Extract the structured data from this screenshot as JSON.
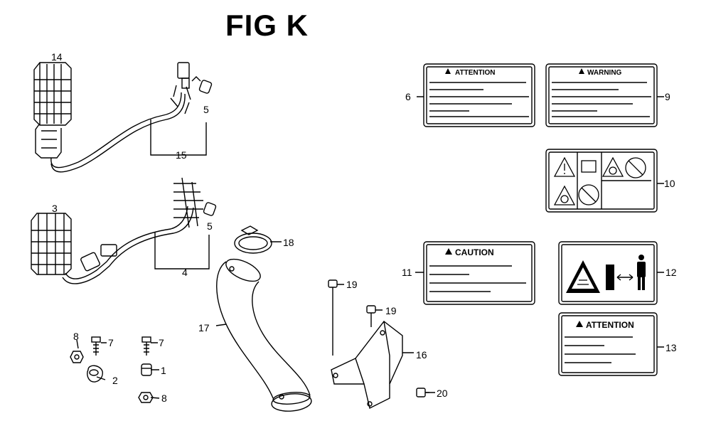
{
  "figure": {
    "title": "FIG K"
  },
  "callouts": {
    "c1": "1",
    "c2": "2",
    "c3": "3",
    "c4": "4",
    "c5a": "5",
    "c5b": "5",
    "c6": "6",
    "c7a": "7",
    "c7b": "7",
    "c8a": "8",
    "c8b": "8",
    "c9": "9",
    "c10": "10",
    "c11": "11",
    "c12": "12",
    "c13": "13",
    "c14": "14",
    "c15": "15",
    "c16": "16",
    "c17": "17",
    "c18": "18",
    "c19a": "19",
    "c19b": "19",
    "c20": "20"
  },
  "labels": {
    "attention_top": "ATTENTION",
    "warning": "WARNING",
    "caution": "CAUTION",
    "attention_bottom": "ATTENTION"
  },
  "icons": {
    "warning_triangle": "warning-triangle-icon",
    "manual": "manual-book-icon",
    "no_person": "prohibition-icon",
    "distance": "distance-arrow-icon",
    "person": "person-icon"
  }
}
